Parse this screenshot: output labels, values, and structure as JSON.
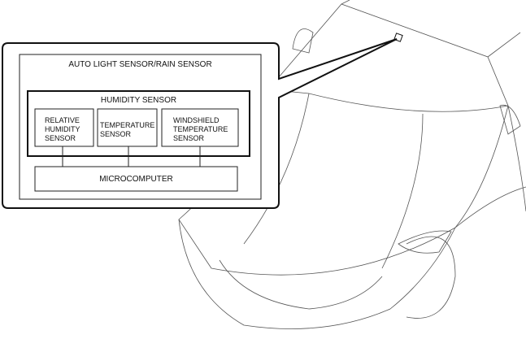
{
  "diagram": {
    "outer_label": "AUTO LIGHT SENSOR/RAIN SENSOR",
    "humidity_label": "HUMIDITY SENSOR",
    "sub_sensors": [
      {
        "lines": [
          "RELATIVE",
          "HUMIDITY",
          "SENSOR"
        ]
      },
      {
        "lines": [
          "TEMPERATURE",
          "SENSOR"
        ]
      },
      {
        "lines": [
          "WINDSHIELD",
          "TEMPERATURE",
          "SENSOR"
        ]
      }
    ],
    "microcomputer_label": "MICROCOMPUTER"
  }
}
